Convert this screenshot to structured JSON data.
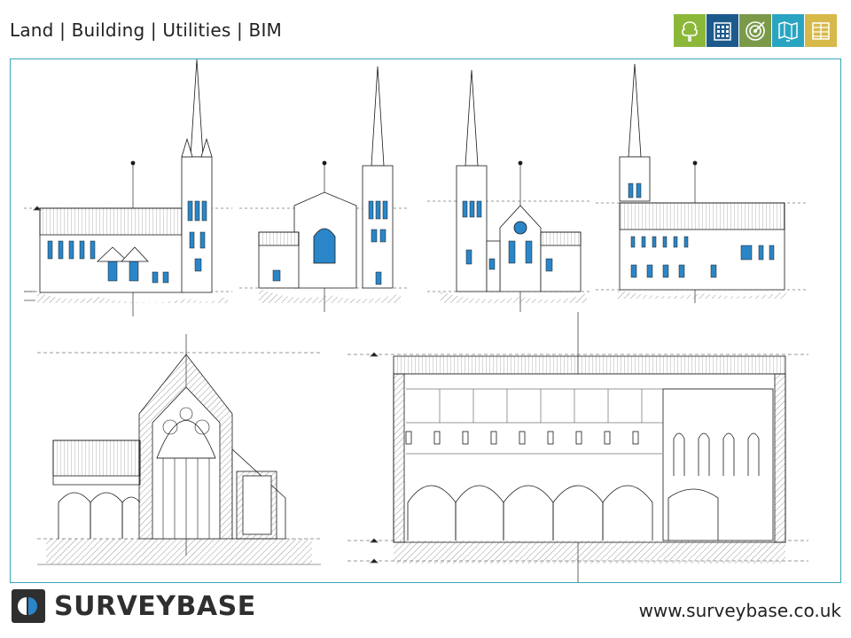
{
  "header": {
    "title": "Land | Building | Utilities | BIM"
  },
  "service_tiles": [
    {
      "icon": "tree-icon",
      "color": "#8cb83a"
    },
    {
      "icon": "building-icon",
      "color": "#1d5a8c"
    },
    {
      "icon": "target-icon",
      "color": "#7a9a4a"
    },
    {
      "icon": "map-icon",
      "color": "#2aa5c1"
    },
    {
      "icon": "layers-icon",
      "color": "#d7b94a"
    }
  ],
  "drawing": {
    "accent_color": "#3aa7b8",
    "line_color": "#1a1a1a",
    "glazing_color": "#2a86c8"
  },
  "footer": {
    "brand": "SURVEYBASE",
    "brand_color": "#2a86c8",
    "url": "www.surveybase.co.uk"
  }
}
